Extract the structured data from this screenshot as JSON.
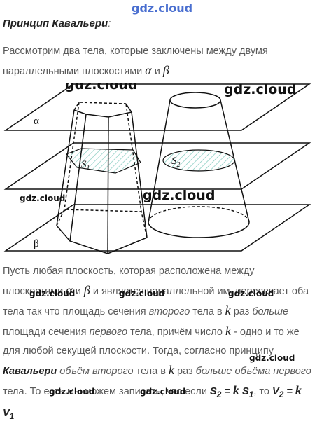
{
  "watermarks": {
    "top": "gdz.cloud",
    "fig_a": "gdz.cloud",
    "fig_b": "gdz.cloud",
    "fig_c": "gdz.cloud",
    "fig_d": "gdz.cloud",
    "txt_a": "gdz.cloud",
    "txt_b": "gdz.cloud",
    "txt_c": "gdz.cloud",
    "txt_d": "gdz.cloud",
    "txt_e": "gdz.cloud",
    "txt_f": "gdz.cloud"
  },
  "title": "Принцип Кавальери",
  "title_colon": ":",
  "intro": {
    "before": "Рассмотрим два тела, которые заключены между двумя параллельными плоскостями",
    "alpha": "α",
    "and": "и",
    "beta": "β"
  },
  "figure": {
    "label_alpha": "α",
    "label_beta": "β",
    "label_s1": "S",
    "label_s1_sub": "1",
    "label_s2": "S",
    "label_s2_sub": "2"
  },
  "body": {
    "t1": "Пусть любая плоскость, которая расположена между плоскостями",
    "alpha": "α",
    "and": "и",
    "beta": "β",
    "t2": "и является параллельной им, пересекает оба тела так что площадь сечения",
    "second1": "второго",
    "t3": "тела в",
    "k1": "k",
    "t4": "раз",
    "more1": "больше",
    "t5": "площади сечения",
    "first1": "первого",
    "t6": "тела, причём число",
    "k2": "k",
    "t7": "- одно и то же для любой секущей плоскости. Тогда, согласно принципу",
    "cavalieri": "Кавальери",
    "volume": "объём",
    "second2": "второго",
    "t8": "тела в",
    "k3": "k",
    "t9": "раз",
    "more2": "больше объёма первого",
    "t10": "тела. То есть мы можем записать, что если",
    "f1": "S",
    "f1sub": "2",
    "f1eq": "=",
    "f1k": "k",
    "f1s": "S",
    "f1ssub": "1",
    "comma": ", то",
    "f2": "V",
    "f2sub": "2",
    "f2eq": "=",
    "f2k": "k",
    "f2v": "V",
    "f2vsub": "1"
  }
}
